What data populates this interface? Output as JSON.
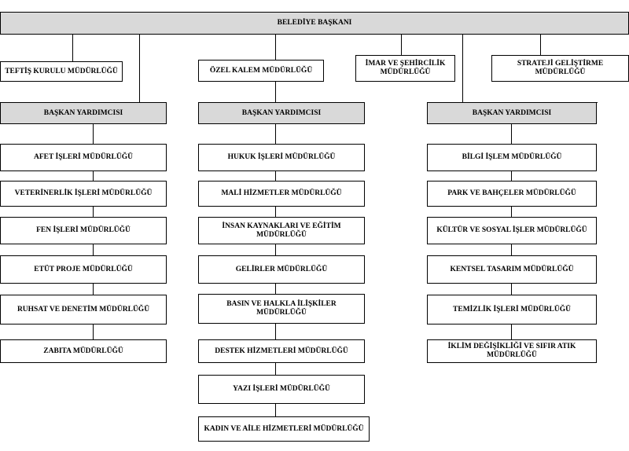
{
  "mayor": "BELEDİYE BAŞKANI",
  "top_units": [
    "TEFTİŞ KURULU MÜDÜRLÜĞÜ",
    "ÖZEL KALEM MÜDÜRLÜĞÜ",
    "İMAR VE ŞEHİRCİLİK MÜDÜRLÜĞÜ",
    "STRATEJİ GELİŞTİRME MÜDÜRLÜĞÜ"
  ],
  "columns": [
    {
      "deputy": "BAŞKAN YARDIMCISI",
      "units": [
        "AFET İŞLERİ MÜDÜRLÜĞÜ",
        "VETERİNERLİK İŞLERİ MÜDÜRLÜĞÜ",
        "FEN İŞLERİ MÜDÜRLÜĞÜ",
        "ETÜT PROJE MÜDÜRLÜĞÜ",
        "RUHSAT VE DENETİM MÜDÜRLÜĞÜ",
        "ZABITA MÜDÜRLÜĞÜ"
      ]
    },
    {
      "deputy": "BAŞKAN YARDIMCISI",
      "units": [
        "HUKUK İŞLERİ MÜDÜRLÜĞÜ",
        "MALİ HİZMETLER MÜDÜRLÜĞÜ",
        "İNSAN KAYNAKLARI VE EĞİTİM MÜDÜRLÜĞÜ",
        "GELİRLER MÜDÜRLÜĞÜ",
        "BASIN VE HALKLA İLİŞKİLER MÜDÜRLÜĞÜ",
        "DESTEK HİZMETLERİ MÜDÜRLÜĞÜ",
        "YAZI İŞLERİ MÜDÜRLÜĞÜ",
        "KADIN VE AİLE HİZMETLERİ MÜDÜRLÜĞÜ"
      ]
    },
    {
      "deputy": "BAŞKAN YARDIMCISI",
      "units": [
        "BİLGİ İŞLEM MÜDÜRLÜĞÜ",
        "PARK VE BAHÇELER MÜDÜRLÜĞÜ",
        "KÜLTÜR VE SOSYAL İŞLER MÜDÜRLÜĞÜ",
        "KENTSEL TASARIM MÜDÜRLÜĞÜ",
        "TEMİZLİK İŞLERİ MÜDÜRLÜĞÜ",
        "İKLİM DEĞİŞİKLİĞİ VE SIFIR ATIK MÜDÜRLÜĞÜ"
      ]
    }
  ]
}
